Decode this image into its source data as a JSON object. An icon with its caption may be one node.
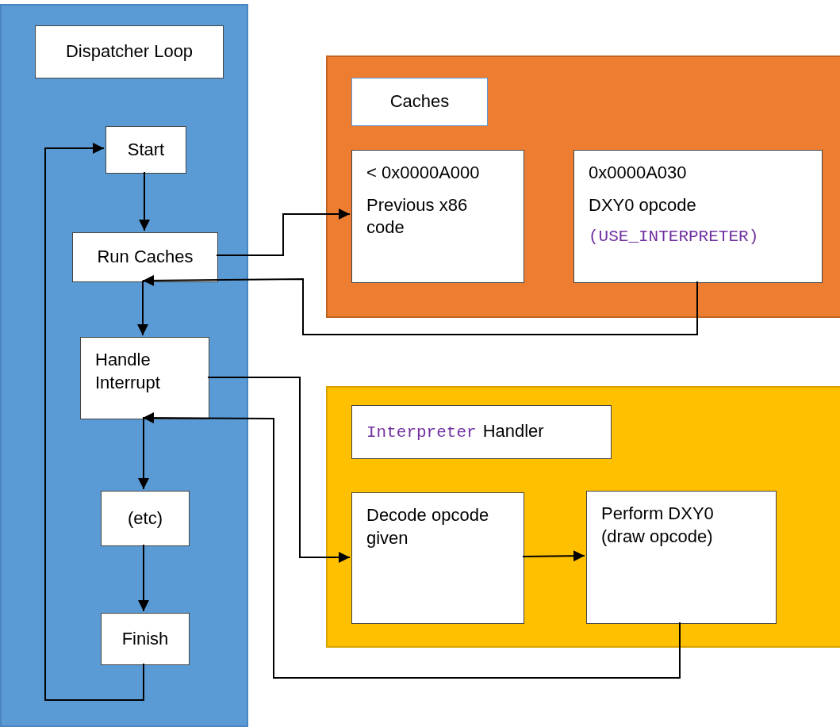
{
  "diagram": {
    "nodes": [
      {
        "text": [],
        "shape": "box"
      },
      {
        "text": [
          "Dispatcher Loop"
        ],
        "in": 0
      },
      {
        "text": [
          "Start"
        ],
        "in": 0
      },
      {
        "text": [
          "Run Caches"
        ],
        "in": 0
      },
      {
        "text": [
          "Handle Interrupt"
        ],
        "in": 0
      },
      {
        "text": [
          "(etc)"
        ],
        "in": 0
      },
      {
        "text": [
          "Finish"
        ],
        "in": 0
      },
      {
        "text": [],
        "shape": "box"
      },
      {
        "text": [
          "Caches"
        ],
        "in": 7
      },
      {
        "text": [
          "< 0x0000A000",
          "Previous x86 code"
        ],
        "in": 7
      },
      {
        "text": [
          "0x0000A030",
          "DXY0 opcode",
          "(USE_INTERPRETER)"
        ],
        "in": 7
      },
      {
        "text": [],
        "shape": "box"
      },
      {
        "text": [
          "Interpreter",
          "Handler"
        ],
        "in": 11
      },
      {
        "text": [
          "Decode opcode given"
        ],
        "in": 11
      },
      {
        "text": [
          "Perform DXY0 (draw opcode)"
        ],
        "in": 11
      }
    ],
    "edges": [
      {
        "from": 6,
        "to": 2,
        "arrow": "to"
      },
      {
        "from": 2,
        "to": 3,
        "arrow": "to"
      },
      {
        "from": 3,
        "to": 9,
        "arrow": "to"
      },
      {
        "from": 10,
        "to": 3,
        "arrow": "to"
      },
      {
        "from": 3,
        "to": 4,
        "arrow": "to"
      },
      {
        "from": 4,
        "to": 13,
        "arrow": "to"
      },
      {
        "from": 14,
        "to": 4,
        "arrow": "to"
      },
      {
        "from": 4,
        "to": 5,
        "arrow": "to"
      },
      {
        "from": 5,
        "to": 6,
        "arrow": "to"
      },
      {
        "from": 13,
        "to": 14,
        "arrow": "to"
      }
    ]
  }
}
